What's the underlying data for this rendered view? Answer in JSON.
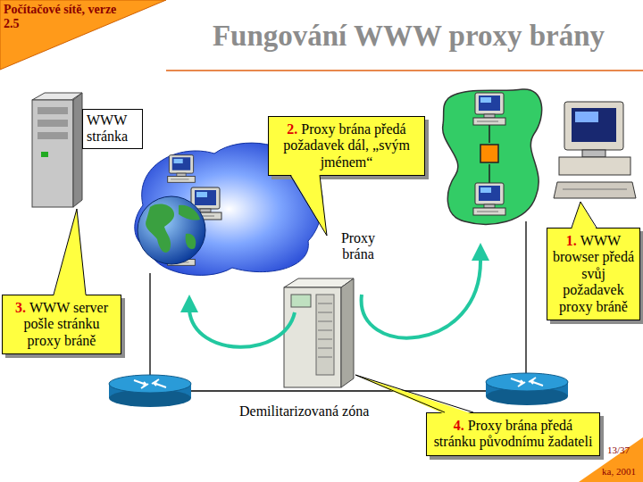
{
  "diagram": {
    "title": "Fungování WWW proxy brány",
    "nodes": [
      {
        "text": [
          "Počítačové sítě, verze 2.5"
        ]
      },
      {
        "text": [
          "WWW stránka"
        ]
      },
      {
        "text": [
          "2.",
          "Proxy brána předá požadavek dál, „svým jménem“"
        ]
      },
      {
        "text": [
          "1.",
          "WWW browser předá svůj požadavek proxy bráně"
        ]
      },
      {
        "text": [
          "3.",
          "WWW server pošle stránku proxy bráně"
        ]
      },
      {
        "text": [
          "4.",
          "Proxy brána předá stránku původnímu žadateli"
        ]
      }
    ],
    "labels": [
      "Proxy brána",
      "Demilitarizovaná zóna",
      "13/37",
      "ka, 2001"
    ]
  }
}
